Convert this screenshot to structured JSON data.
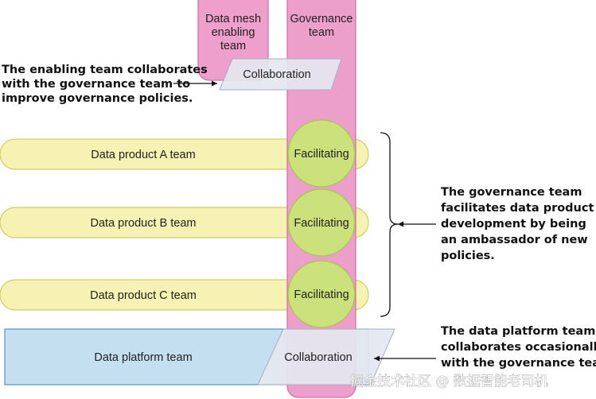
{
  "teams": {
    "enabling": "Data mesh\nenabling\nteam",
    "governance": "Governance\nteam",
    "product_a": "Data product A team",
    "product_b": "Data product B team",
    "product_c": "Data product C team",
    "platform": "Data platform team"
  },
  "interactions": {
    "enabling_collab": "Collaboration",
    "facilitating_a": "Facilitating",
    "facilitating_b": "Facilitating",
    "facilitating_c": "Facilitating",
    "platform_collab": "Collaboration"
  },
  "annotations": {
    "enabling_note": "The enabling team collaborates\nwith the governance team to\nimprove governance policies.",
    "governance_note": "The governance team\nfacilitates data product\ndevelopment by being\nan ambassador of new\npolicies.",
    "platform_note": "The data platform team\ncollaborates occasionally\nwith the governance team"
  },
  "watermark": "掘金技术社区 @ 数据智能老司机",
  "colors": {
    "enabling_fill": "#ee9fcb",
    "governance_fill": "#ed9fcb",
    "team_pink_stroke": "#cc6f9f",
    "product_fill": "#f5f2b4",
    "product_stroke": "#d2cc6a",
    "facilitating_fill": "#cbe27c",
    "facilitating_stroke": "#a8c24c",
    "platform_fill": "#c4e0f0",
    "platform_stroke": "#5a8fbe",
    "collab_fill": "#e4e7f0",
    "collab_stroke": "#a7afc8",
    "arrow": "#111111"
  }
}
